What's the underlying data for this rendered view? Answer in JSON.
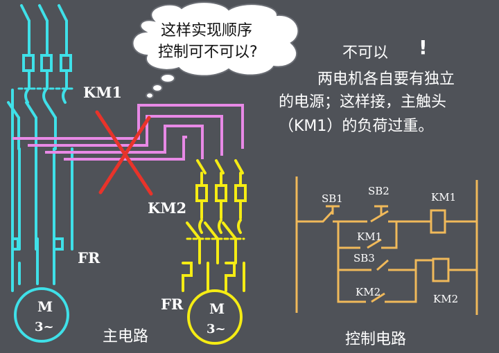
{
  "bubble": {
    "line1": "这样实现顺序",
    "line2": "控制可不可以?"
  },
  "answer": {
    "line1": "不可以",
    "exclaim": "!",
    "line2": "两电机各自要有独立",
    "line3": "的电源；这样接，主触头",
    "line4": "（KM1）的负荷过重。"
  },
  "main_circuit": {
    "km1_label": "KM1",
    "km2_label": "KM2",
    "fr1_label": "FR",
    "fr2_label": "FR",
    "motor1": {
      "name": "M",
      "phase": "3~"
    },
    "motor2": {
      "name": "M",
      "phase": "3~"
    },
    "caption": "主电路"
  },
  "control_circuit": {
    "sb1": "SB1",
    "sb2": "SB2",
    "sb3": "SB3",
    "km1_contact": "KM1",
    "km2_contact": "KM2",
    "km1_coil": "KM1",
    "km2_coil": "KM2",
    "caption": "控制电路"
  },
  "colors": {
    "background": "#4f5258",
    "cyan": "#3fe0e8",
    "yellow": "#f5ec14",
    "pink": "#e889e6",
    "red_cross": "#e8332a",
    "control": "#f0b95a",
    "bubble": "#ffffff"
  }
}
